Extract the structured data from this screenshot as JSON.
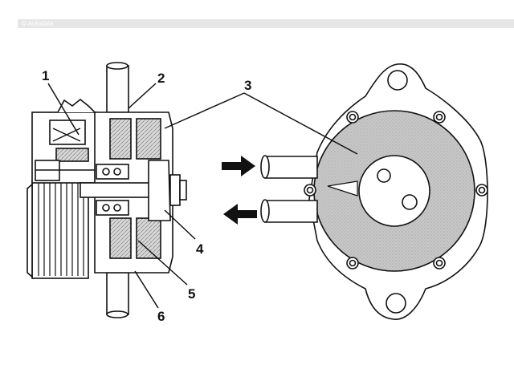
{
  "watermark": {
    "text": "© Autodata"
  },
  "callouts": [
    {
      "id": "1",
      "label": "1"
    },
    {
      "id": "2",
      "label": "2"
    },
    {
      "id": "3",
      "label": "3"
    },
    {
      "id": "4",
      "label": "4"
    },
    {
      "id": "5",
      "label": "5"
    },
    {
      "id": "6",
      "label": "6"
    }
  ],
  "arrows": [
    {
      "direction": "right",
      "meaning": "coolant-inlet"
    },
    {
      "direction": "left",
      "meaning": "coolant-outlet"
    }
  ],
  "colors": {
    "line": "#111111",
    "hatch": "#bdbdbd",
    "background": "#ffffff"
  }
}
